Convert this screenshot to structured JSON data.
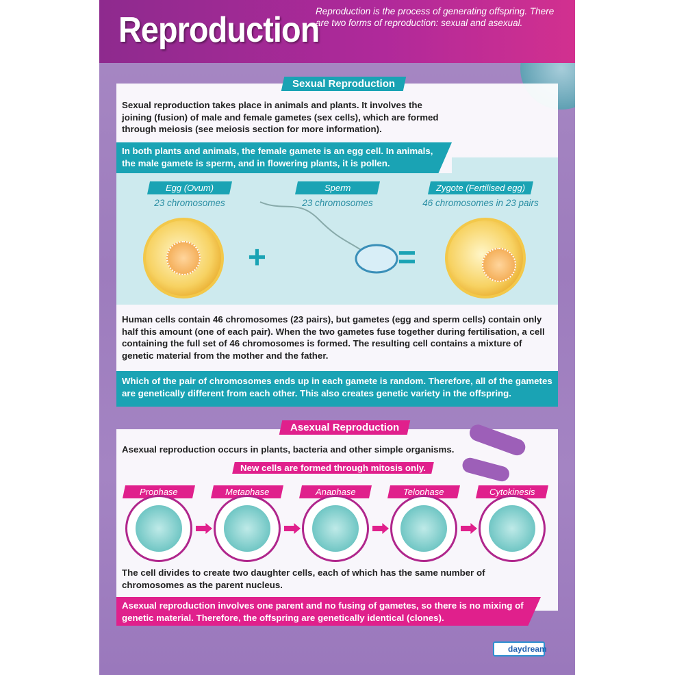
{
  "header": {
    "title": "Reproduction",
    "intro": "Reproduction is the process of generating offspring. There are two forms of reproduction: sexual and asexual."
  },
  "sexual": {
    "heading": "Sexual Reproduction",
    "p1": "Sexual reproduction takes place in animals and plants. It involves the joining (fusion) of male and female gametes (sex cells), which are formed through meiosis (see meiosis section for more information).",
    "band1": "In both plants and animals, the female gamete is an egg cell. In animals, the male gamete is sperm, and in flowering plants, it is pollen.",
    "cells": [
      {
        "label": "Egg (Ovum)",
        "sub": "23 chromosomes"
      },
      {
        "label": "Sperm",
        "sub": "23 chromosomes"
      },
      {
        "label": "Zygote (Fertilised egg)",
        "sub": "46 chromosomes in 23 pairs"
      }
    ],
    "plus": "+",
    "equals": "=",
    "p2": "Human cells contain 46 chromosomes (23 pairs), but gametes (egg and sperm cells) contain only half this amount (one of each pair). When the two gametes fuse together during fertilisation, a cell containing the full set of 46 chromosomes is formed. The resulting cell contains a mixture of genetic material from the mother and the father.",
    "band2": "Which of the pair of chromosomes ends up in each gamete is random. Therefore, all of the gametes are genetically different from each other. This also creates genetic variety in the offspring."
  },
  "asexual": {
    "heading": "Asexual Reproduction",
    "p1": "Asexual reproduction occurs in plants, bacteria and other simple organisms.",
    "note": "New cells are formed through mitosis only.",
    "phases": [
      "Prophase",
      "Metaphase",
      "Anaphase",
      "Telophase",
      "Cytokinesis"
    ],
    "p2": "The cell divides to create two daughter cells, each of which has the same number of chromosomes as the parent nucleus.",
    "band": "Asexual reproduction involves one parent and no fusing of gametes, so there is no mixing of genetic material. Therefore, the offspring are genetically identical (clones)."
  },
  "logo": "daydream",
  "colors": {
    "teal": "#1aa3b4",
    "magenta": "#e0208c",
    "purple": "#9d7cbd"
  }
}
